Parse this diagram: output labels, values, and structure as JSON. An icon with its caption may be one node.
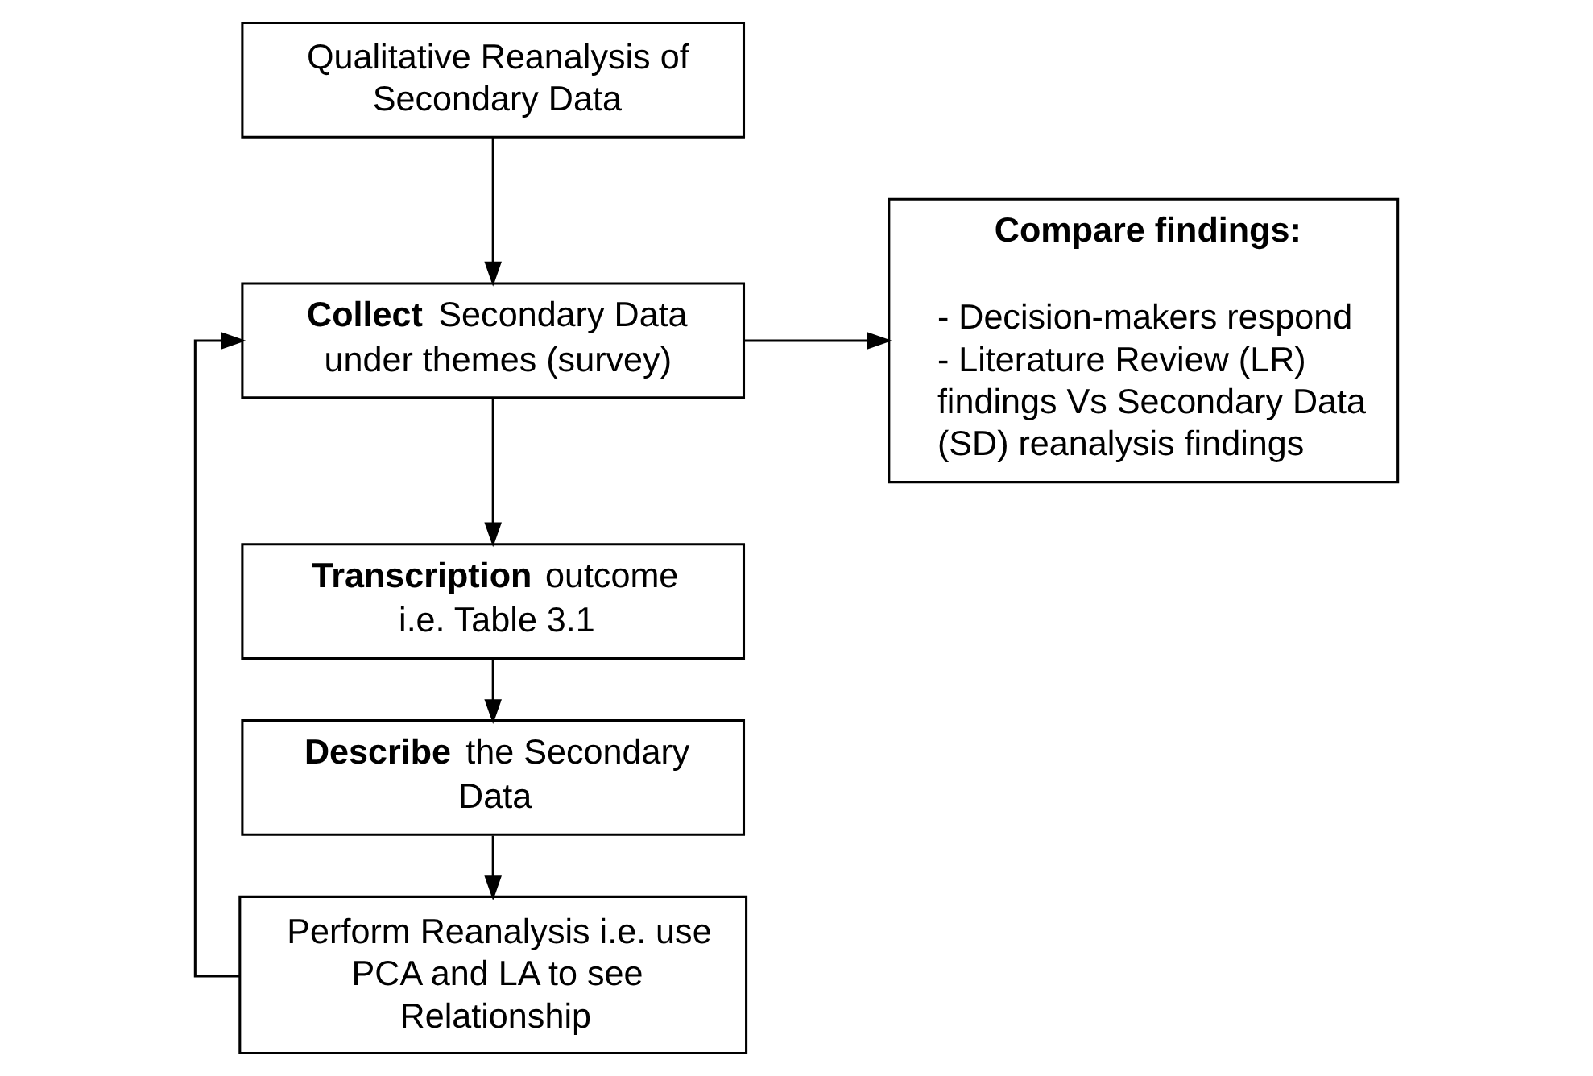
{
  "diagram": {
    "nodes": [
      {
        "text": [
          "Qualitative Reanalysis of Secondary Data"
        ]
      },
      {
        "text": [
          "**Collect** Secondary Data under themes (survey)"
        ]
      },
      {
        "text": [
          "Compare findings:",
          "- Decision-makers respond",
          "- Literature Review (LR) findings Vs Secondary Data (SD) reanalysis findings"
        ]
      },
      {
        "text": [
          "**Transcription** outcome i.e. Table 3.1"
        ]
      },
      {
        "text": [
          "**Describe** the Secondary Data"
        ]
      },
      {
        "text": [
          "Perform Reanalysis i.e. use PCA and LA to see Relationship"
        ]
      }
    ],
    "edges": [
      {
        "from": 0,
        "to": 1,
        "arrow": "to"
      },
      {
        "from": 1,
        "to": 2,
        "arrow": "to"
      },
      {
        "from": 1,
        "to": 3,
        "arrow": "to"
      },
      {
        "from": 3,
        "to": 4,
        "arrow": "to"
      },
      {
        "from": 4,
        "to": 5,
        "arrow": "to"
      },
      {
        "from": 5,
        "to": 1,
        "arrow": "to"
      }
    ]
  }
}
